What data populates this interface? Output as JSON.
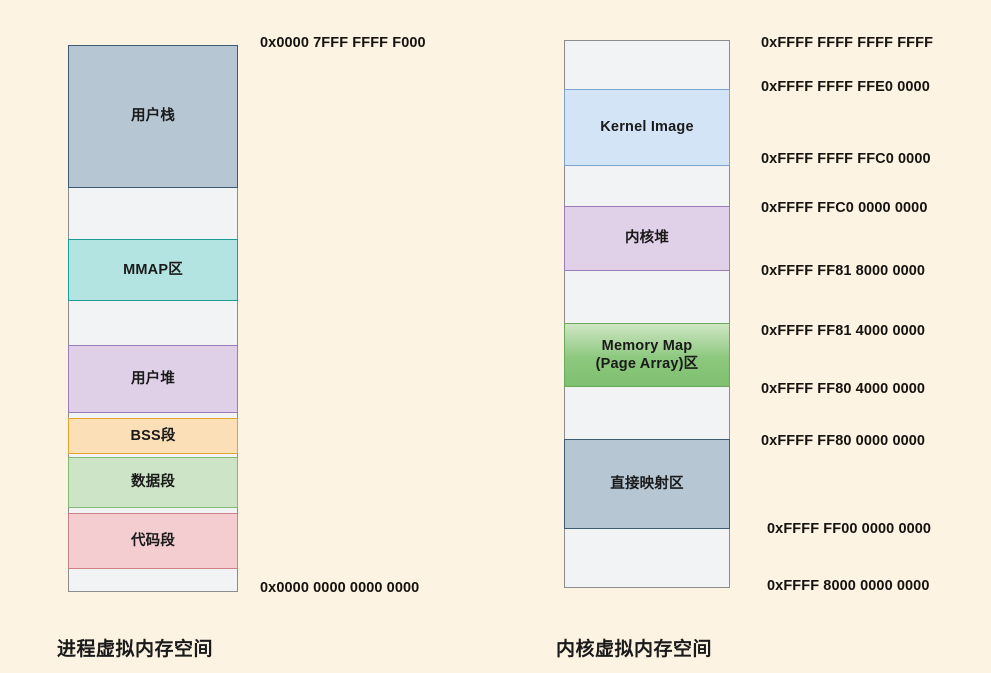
{
  "diagram": {
    "background_color": "#fdf3e3",
    "panels": [
      {
        "id": "process",
        "caption": "进程虚拟内存空间",
        "regions": [
          {
            "label": "用户栈",
            "color": "#b6c6d3",
            "border": "#3f5b70"
          },
          {
            "label": "MMAP区",
            "color": "#b4e4e2",
            "border": "#1c9b95"
          },
          {
            "label": "用户堆",
            "color": "#dfd0e8",
            "border": "#9b7cb8"
          },
          {
            "label": "BSS段",
            "color": "#fbdfb6",
            "border": "#e0a52a"
          },
          {
            "label": "数据段",
            "color": "#cde5c6",
            "border": "#84b877"
          },
          {
            "label": "代码段",
            "color": "#f3cdd0",
            "border": "#cf7f86"
          }
        ],
        "addresses": [
          {
            "text": "0x0000 7FFF FFFF F000"
          },
          {
            "text": "0x0000 0000 0000 0000"
          }
        ]
      },
      {
        "id": "kernel",
        "caption": "内核虚拟内存空间",
        "regions": [
          {
            "label": "Kernel Image",
            "color": "#d3e4f7",
            "border": "#7ba3d0"
          },
          {
            "label": "内核堆",
            "color": "#e0d0e8",
            "border": "#9b7cb8"
          },
          {
            "label": "Memory Map\n(Page Array)区",
            "color": "#8cc87e",
            "border": "#6aa85c"
          },
          {
            "label": "直接映射区",
            "color": "#b6c6d3",
            "border": "#3f5b70"
          }
        ],
        "addresses": [
          {
            "text": "0xFFFF FFFF FFFF FFFF"
          },
          {
            "text": "0xFFFF FFFF FFE0 0000"
          },
          {
            "text": "0xFFFF FFFF FFC0 0000"
          },
          {
            "text": "0xFFFF FFC0 0000 0000"
          },
          {
            "text": "0xFFFF FF81 8000 0000"
          },
          {
            "text": "0xFFFF FF81 4000 0000"
          },
          {
            "text": "0xFFFF FF80 4000 0000"
          },
          {
            "text": "0xFFFF FF80 0000 0000"
          },
          {
            "text": "0xFFFF FF00 0000 0000"
          },
          {
            "text": "0xFFFF 8000 0000 0000"
          }
        ]
      }
    ]
  }
}
